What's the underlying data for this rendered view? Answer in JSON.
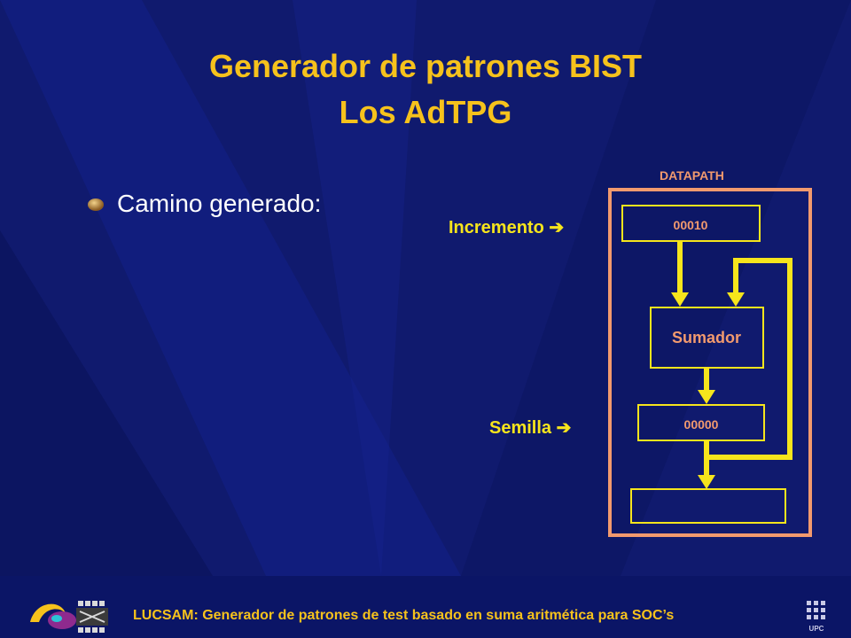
{
  "slide": {
    "title_line1": "Generador de patrones BIST",
    "title_line2": "Los AdTPG",
    "bullet": "Camino generado:"
  },
  "diagram": {
    "datapath_label": "DATAPATH",
    "increment_register": "00010",
    "adder_label": "Sumador",
    "seed_register": "00000",
    "output_register": "",
    "increment_arrow_label": "Incremento",
    "seed_arrow_label": "Semilla",
    "arrow_glyph": "➔"
  },
  "footer": {
    "text": "LUCSAM: Generador de patrones de test basado en suma aritmética para SOC’s",
    "upc_logo_text": "UPC"
  },
  "colors": {
    "background": "#101a6e",
    "title": "#f6c21c",
    "datapath_border": "#f29a6e",
    "arrows": "#f6e51c",
    "register_text": "#f29a6e"
  }
}
